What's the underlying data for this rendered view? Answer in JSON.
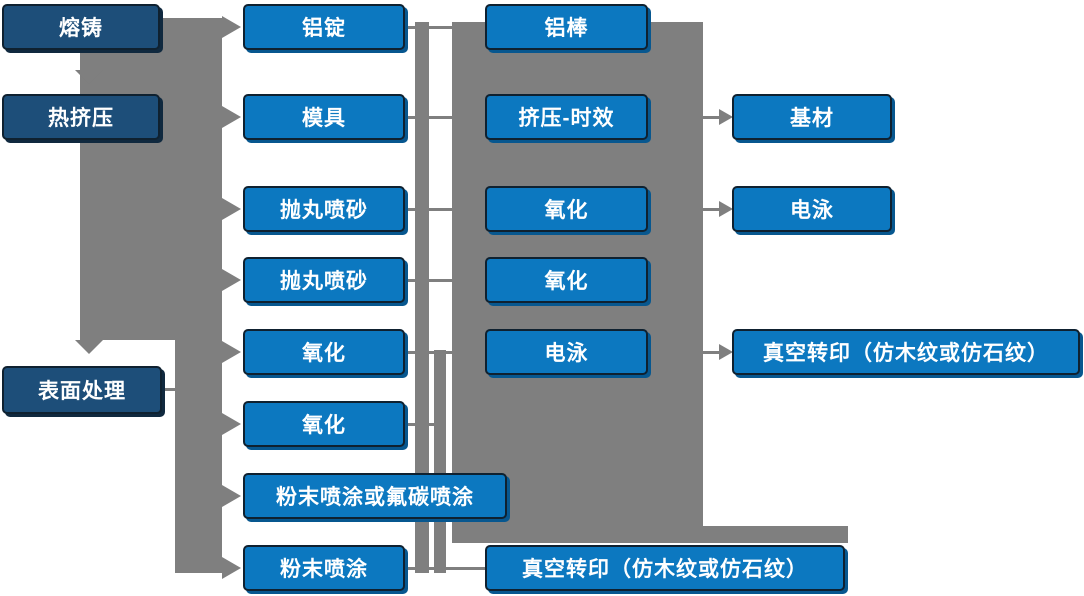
{
  "colors": {
    "node_blue": "#0c78c0",
    "node_dark_navy": "#1d4e79",
    "node_border": "#0f2130",
    "node_shadow": "#07578f",
    "dark_node_shadow": "#10293f",
    "connector_gray": "#7f7f7f",
    "text": "#ffffff",
    "background": "#ffffff"
  },
  "flowchart": {
    "column1": [
      {
        "id": "n1",
        "label": "熔铸"
      },
      {
        "id": "n2",
        "label": "热挤压"
      },
      {
        "id": "n3",
        "label": "表面处理"
      }
    ],
    "column2": [
      {
        "id": "n4",
        "label": "铝锭"
      },
      {
        "id": "n5",
        "label": "模具"
      },
      {
        "id": "n6",
        "label": "抛丸喷砂"
      },
      {
        "id": "n7",
        "label": "抛丸喷砂"
      },
      {
        "id": "n8",
        "label": "氧化"
      },
      {
        "id": "n9",
        "label": "氧化"
      },
      {
        "id": "n10",
        "label": "粉末喷涂或氟碳喷涂"
      },
      {
        "id": "n11",
        "label": "粉末喷涂"
      }
    ],
    "column3": [
      {
        "id": "n12",
        "label": "铝棒"
      },
      {
        "id": "n13",
        "label": "挤压-时效"
      },
      {
        "id": "n14",
        "label": "氧化"
      },
      {
        "id": "n15",
        "label": "氧化"
      },
      {
        "id": "n16",
        "label": "电泳"
      },
      {
        "id": "n17",
        "label": "真空转印（仿木纹或仿石纹）"
      }
    ],
    "column4": [
      {
        "id": "n18",
        "label": "基材"
      },
      {
        "id": "n19",
        "label": "电泳"
      },
      {
        "id": "n20",
        "label": "真空转印（仿木纹或仿石纹）"
      }
    ]
  }
}
